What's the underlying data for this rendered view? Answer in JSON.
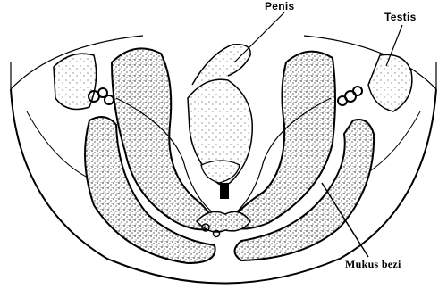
{
  "diagram": {
    "labels": {
      "penis": "Penis",
      "testis": "Testis",
      "mucus_gland": "Mukus bezi"
    }
  }
}
